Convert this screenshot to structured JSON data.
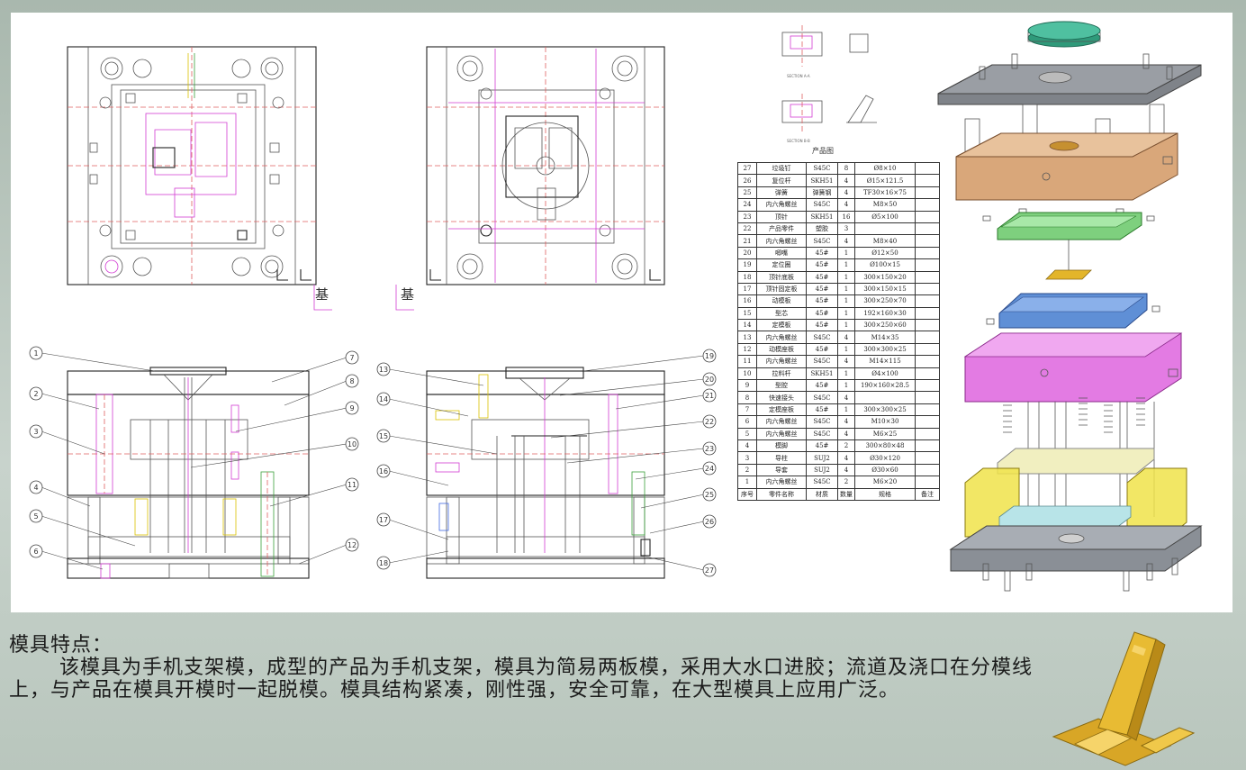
{
  "product_view_label": "产品图",
  "section_labels": {
    "a": "SECTION A-A",
    "b": "SECTION B-B"
  },
  "base_marks": [
    "基",
    "基"
  ],
  "bom": {
    "headers": [
      "序号",
      "零件名称",
      "材质",
      "数量",
      "规格",
      "备注"
    ],
    "rows": [
      [
        "27",
        "垃圾钉",
        "S45C",
        "8",
        "Ø8×10",
        ""
      ],
      [
        "26",
        "复位杆",
        "SKH51",
        "4",
        "Ø15×121.5",
        ""
      ],
      [
        "25",
        "弹簧",
        "弹簧钢",
        "4",
        "TF30×16×75",
        ""
      ],
      [
        "24",
        "内六角螺丝",
        "S45C",
        "4",
        "M8×50",
        ""
      ],
      [
        "23",
        "顶针",
        "SKH51",
        "16",
        "Ø5×100",
        ""
      ],
      [
        "22",
        "产品零件",
        "塑胶",
        "3",
        "",
        ""
      ],
      [
        "21",
        "内六角螺丝",
        "S45C",
        "4",
        "M8×40",
        ""
      ],
      [
        "20",
        "唧嘴",
        "45#",
        "1",
        "Ø12×50",
        ""
      ],
      [
        "19",
        "定位圈",
        "45#",
        "1",
        "Ø100×15",
        ""
      ],
      [
        "18",
        "顶针底板",
        "45#",
        "1",
        "300×150×20",
        ""
      ],
      [
        "17",
        "顶针固定板",
        "45#",
        "1",
        "300×150×15",
        ""
      ],
      [
        "16",
        "动模板",
        "45#",
        "1",
        "300×250×70",
        ""
      ],
      [
        "15",
        "型芯",
        "45#",
        "1",
        "192×160×30",
        ""
      ],
      [
        "14",
        "定模板",
        "45#",
        "1",
        "300×250×60",
        ""
      ],
      [
        "13",
        "内六角螺丝",
        "S45C",
        "4",
        "M14×35",
        ""
      ],
      [
        "12",
        "动模座板",
        "45#",
        "1",
        "300×300×25",
        ""
      ],
      [
        "11",
        "内六角螺丝",
        "S45C",
        "4",
        "M14×115",
        ""
      ],
      [
        "10",
        "拉料杆",
        "SKH51",
        "1",
        "Ø4×100",
        ""
      ],
      [
        "9",
        "型腔",
        "45#",
        "1",
        "190×160×28.5",
        ""
      ],
      [
        "8",
        "快速接头",
        "S45C",
        "4",
        "",
        ""
      ],
      [
        "7",
        "定模座板",
        "45#",
        "1",
        "300×300×25",
        ""
      ],
      [
        "6",
        "内六角螺丝",
        "S45C",
        "4",
        "M10×30",
        ""
      ],
      [
        "5",
        "内六角螺丝",
        "S45C",
        "4",
        "M6×25",
        ""
      ],
      [
        "4",
        "模脚",
        "45#",
        "2",
        "300×80×48",
        ""
      ],
      [
        "3",
        "导柱",
        "SUJ2",
        "4",
        "Ø30×120",
        ""
      ],
      [
        "2",
        "导套",
        "SUJ2",
        "4",
        "Ø30×60",
        ""
      ],
      [
        "1",
        "内六角螺丝",
        "S45C",
        "2",
        "M6×20",
        ""
      ]
    ]
  },
  "callouts_left": [
    "1",
    "2",
    "3",
    "4",
    "5",
    "6",
    "7",
    "8",
    "9",
    "10",
    "11",
    "12"
  ],
  "callouts_right": [
    "13",
    "14",
    "15",
    "16",
    "17",
    "18",
    "19",
    "20",
    "21",
    "22",
    "23",
    "24",
    "25",
    "26",
    "27"
  ],
  "features": {
    "title": "模具特点：",
    "body": "该模具为手机支架模，成型的产品为手机支架，模具为简易两板模，采用大水口进胶；流道及浇口在分模线上，与产品在模具开模时一起脱模。模具结构紧凑，刚性强，安全可靠，在大型模具上应用广泛。"
  },
  "colors": {
    "background": "#b9c6bd",
    "sheet": "#ffffff",
    "plate_top": "#7f8389",
    "plate_a": "#d9a77a",
    "runner": "#7ed07e",
    "core_plate": "#5f8fd6",
    "b_plate": "#e37be3",
    "spring": "#3b63d8",
    "support": "#f0e34a",
    "base": "#8a8f96",
    "product": "#e3b52a"
  }
}
